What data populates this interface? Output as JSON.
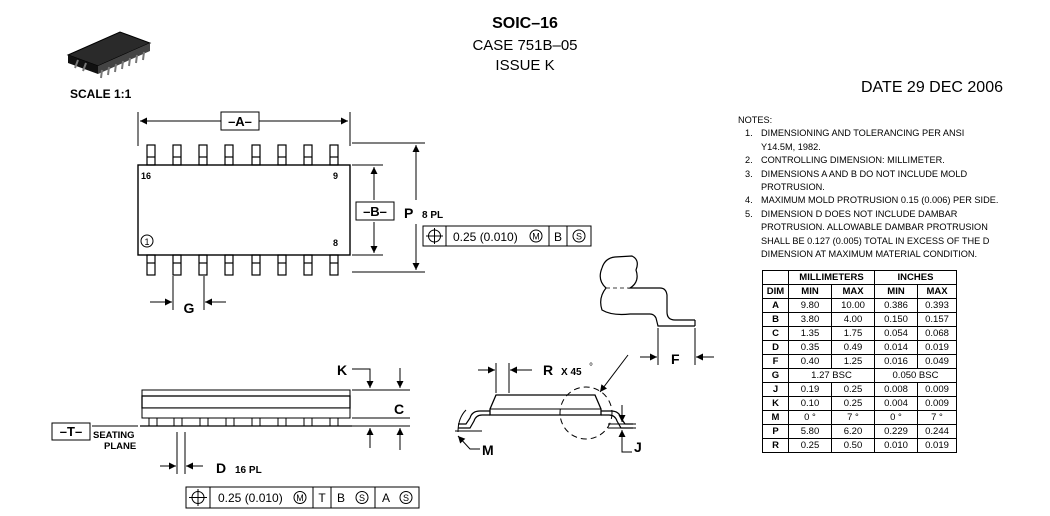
{
  "header": {
    "title": "SOIC–16",
    "case": "CASE 751B–05",
    "issue": "ISSUE K",
    "scale": "SCALE 1:1",
    "date": "DATE 29 DEC 2006"
  },
  "notes": {
    "title": "NOTES:",
    "items": [
      {
        "num": "1.",
        "lines": [
          "DIMENSIONING AND TOLERANCING PER ANSI",
          "Y14.5M, 1982."
        ]
      },
      {
        "num": "2.",
        "lines": [
          "CONTROLLING DIMENSION: MILLIMETER."
        ]
      },
      {
        "num": "3.",
        "lines": [
          "DIMENSIONS A AND B DO NOT INCLUDE MOLD",
          "PROTRUSION."
        ]
      },
      {
        "num": "4.",
        "lines": [
          "MAXIMUM MOLD PROTRUSION 0.15 (0.006) PER SIDE."
        ]
      },
      {
        "num": "5.",
        "lines": [
          "DIMENSION D DOES NOT INCLUDE DAMBAR",
          "PROTRUSION.  ALLOWABLE DAMBAR PROTRUSION",
          "SHALL BE 0.127 (0.005) TOTAL IN EXCESS OF THE D",
          "DIMENSION AT MAXIMUM MATERIAL CONDITION."
        ]
      }
    ]
  },
  "table": {
    "group_mm": "MILLIMETERS",
    "group_in": "INCHES",
    "col_dim": "DIM",
    "col_min": "MIN",
    "col_max": "MAX",
    "rows": [
      {
        "dim": "A",
        "mm_min": "9.80",
        "mm_max": "10.00",
        "in_min": "0.386",
        "in_max": "0.393"
      },
      {
        "dim": "B",
        "mm_min": "3.80",
        "mm_max": "4.00",
        "in_min": "0.150",
        "in_max": "0.157"
      },
      {
        "dim": "C",
        "mm_min": "1.35",
        "mm_max": "1.75",
        "in_min": "0.054",
        "in_max": "0.068"
      },
      {
        "dim": "D",
        "mm_min": "0.35",
        "mm_max": "0.49",
        "in_min": "0.014",
        "in_max": "0.019"
      },
      {
        "dim": "F",
        "mm_min": "0.40",
        "mm_max": "1.25",
        "in_min": "0.016",
        "in_max": "0.049"
      },
      {
        "dim": "G",
        "mm_span": "1.27 BSC",
        "in_span": "0.050 BSC"
      },
      {
        "dim": "J",
        "mm_min": "0.19",
        "mm_max": "0.25",
        "in_min": "0.008",
        "in_max": "0.009"
      },
      {
        "dim": "K",
        "mm_min": "0.10",
        "mm_max": "0.25",
        "in_min": "0.004",
        "in_max": "0.009"
      },
      {
        "dim": "M",
        "mm_min": "0 °",
        "mm_max": "7 °",
        "in_min": "0 °",
        "in_max": "7 °"
      },
      {
        "dim": "P",
        "mm_min": "5.80",
        "mm_max": "6.20",
        "in_min": "0.229",
        "in_max": "0.244"
      },
      {
        "dim": "R",
        "mm_min": "0.25",
        "mm_max": "0.50",
        "in_min": "0.010",
        "in_max": "0.019"
      }
    ]
  },
  "top_view": {
    "datum_a": "–A–",
    "datum_b": "–B–",
    "pin_16": "16",
    "pin_9": "9",
    "pin_1": "1",
    "pin_8": "8",
    "label_p": "P",
    "label_p_suffix": "8 PL",
    "label_g": "G",
    "tol_value": "0.25 (0.010)",
    "tol_m": "M",
    "tol_b": "B",
    "tol_s": "S"
  },
  "side_view": {
    "datum_t": "–T–",
    "seating_1": "SEATING",
    "seating_2": "PLANE",
    "label_k": "K",
    "label_c": "C",
    "label_d": "D",
    "label_d_suffix": "16 PL",
    "tol_value": "0.25 (0.010)",
    "tol_m": "M",
    "tol_t": "T",
    "tol_b": "B",
    "tol_s1": "S",
    "tol_a": "A",
    "tol_s2": "S"
  },
  "end_view": {
    "label_r": "R",
    "label_r_suffix": "X 45",
    "deg": "°",
    "label_m": "M",
    "label_j": "J",
    "label_f": "F"
  }
}
